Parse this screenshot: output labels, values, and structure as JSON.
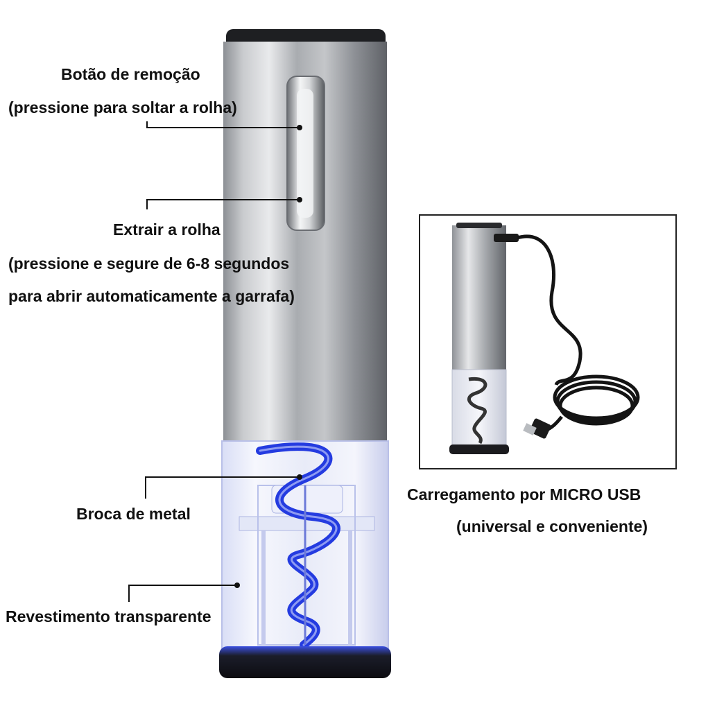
{
  "callouts": {
    "release_button_title": "Botão de remoção",
    "release_button_desc": "(pressione para soltar a rolha)",
    "extract_title": "Extrair a rolha",
    "extract_desc_1": "(pressione e segure de 6-8 segundos",
    "extract_desc_2": "para abrir automaticamente a garrafa)",
    "drill": "Broca de metal",
    "shell": "Revestimento transparente"
  },
  "inset": {
    "caption_1": "Carregamento por MICRO USB",
    "caption_2": "(universal e conveniente)"
  },
  "colors": {
    "steel": "#b8babd",
    "glow": "#2a3fd6",
    "text": "#111111"
  }
}
